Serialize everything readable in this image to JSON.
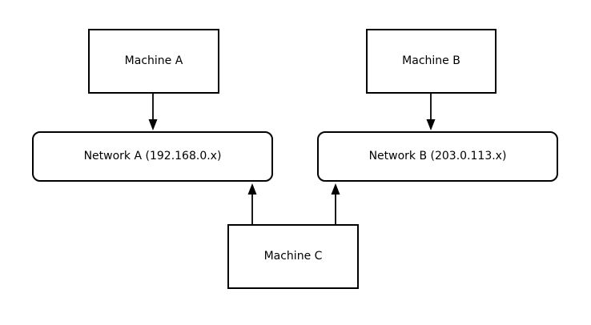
{
  "diagram": {
    "background_color": "#ffffff",
    "stroke_color": "#000000",
    "text_color": "#000000",
    "nodes": {
      "machine_a": {
        "label": "Machine A",
        "shape": "rectangle"
      },
      "machine_b": {
        "label": "Machine B",
        "shape": "rectangle"
      },
      "network_a": {
        "label": "Network A (192.168.0.x)",
        "shape": "rounded-rectangle"
      },
      "network_b": {
        "label": "Network B (203.0.113.x)",
        "shape": "rounded-rectangle"
      },
      "machine_c": {
        "label": "Machine C",
        "shape": "rectangle"
      }
    },
    "edges": [
      {
        "from": "Machine A",
        "to": "Network A (192.168.0.x)",
        "direction": "down"
      },
      {
        "from": "Machine B",
        "to": "Network B (203.0.113.x)",
        "direction": "down"
      },
      {
        "from": "Machine C",
        "to": "Network A (192.168.0.x)",
        "direction": "up"
      },
      {
        "from": "Machine C",
        "to": "Network B (203.0.113.x)",
        "direction": "up"
      }
    ]
  }
}
